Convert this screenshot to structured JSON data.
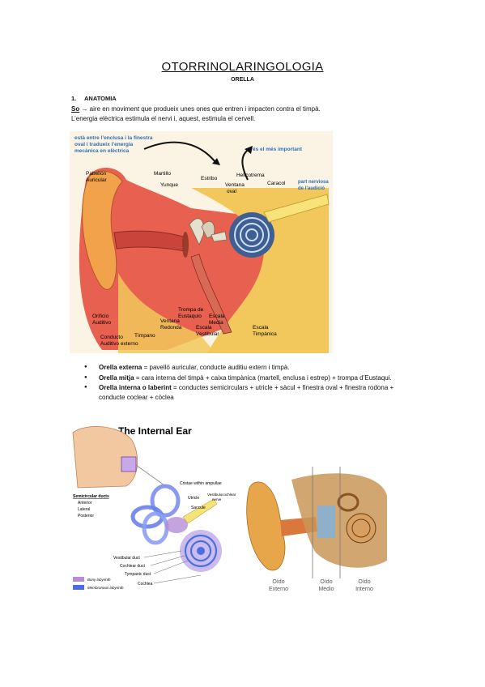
{
  "document": {
    "title": "OTORRINOLARINGOLOGIA",
    "subtitle": "ORELLA",
    "section": {
      "number": "1.",
      "heading": "ANATOMIA"
    },
    "intro_term": "So",
    "intro_line1": " → aire en moviment que produeix unes ones que entren i impacten contra el timpà.",
    "intro_line2": "L’energia elèctrica estimula el nervi i, aquest, estimula el cervell.",
    "bullets": [
      {
        "label": "Orella externa",
        "text": " = pavelló auricular, conducte auditiu extern i timpà."
      },
      {
        "label": "Orella mitja",
        "text": " = cara interna del timpà + caixa timpànica (martell, enclusa i estrep) + trompa d’Eustaqui."
      },
      {
        "label": "Orella interna o laberint",
        "text": " = conductes semicirculars + utricle + sàcul + finestra oval + finestra rodona + conducte coclear + còclea"
      }
    ]
  },
  "figure1": {
    "note_left": [
      "està entre l’enclusa i la finestra",
      "oval i tradueix l’energia",
      "mecànica en elèctrica"
    ],
    "note_right": "és el més important",
    "note_nerve": [
      "part nerviosa",
      "de l’audició"
    ],
    "labels": {
      "pabellon": [
        "Pabellón",
        "Auricular"
      ],
      "martillo": "Martillo",
      "yunque": "Yunque",
      "estribo": "Estribo",
      "ventana_oval": [
        "Ventana",
        "oval"
      ],
      "helicotrema": "Helicotrema",
      "caracol": "Caracol",
      "orificio": [
        "Orificio",
        "Auditivo"
      ],
      "conducto": [
        "Conducto",
        "Auditivo externo"
      ],
      "timpano": "Tímpano",
      "ventana_redonda": [
        "Ventana",
        "Redonda"
      ],
      "trompa": [
        "Trompa de",
        "Eustaquio"
      ],
      "escala_vestibular": [
        "Escala",
        "Vestibular"
      ],
      "escala_media": [
        "Escala",
        "Media"
      ],
      "escala_timpanica": [
        "Escala",
        "Timpánica"
      ]
    },
    "colors": {
      "note_blue": "#2f6fb6",
      "flesh": "#e8604f",
      "bone": "#f2c85c",
      "cochlea": "#3e5f93"
    }
  },
  "figure2": {
    "title": "The Internal Ear",
    "labels": {
      "semicircular": "Semicircular ducts",
      "anterior": "Anterior",
      "lateral": "Lateral",
      "posterior": "Posterior",
      "cristae": "Cristae within ampullae",
      "utricle": "Utricle",
      "saccule": "Saccule",
      "vestibulocochlear": [
        "Vestibulocochlear",
        "nerve"
      ],
      "vestibular_duct": "Vestibular duct",
      "cochlear_duct": "Cochlear duct",
      "tympanic_duct": "Tympanic duct",
      "cochlea": "Cochlea"
    },
    "legend": [
      {
        "label": "Bony labyrinth",
        "color": "#b58cd6"
      },
      {
        "label": "Membranous labyrinth",
        "color": "#4b6fe0"
      }
    ]
  },
  "figure3": {
    "regions": [
      [
        "Oído",
        "Externo"
      ],
      [
        "Oído",
        "Medio"
      ],
      [
        "Oído",
        "Interno"
      ]
    ]
  }
}
